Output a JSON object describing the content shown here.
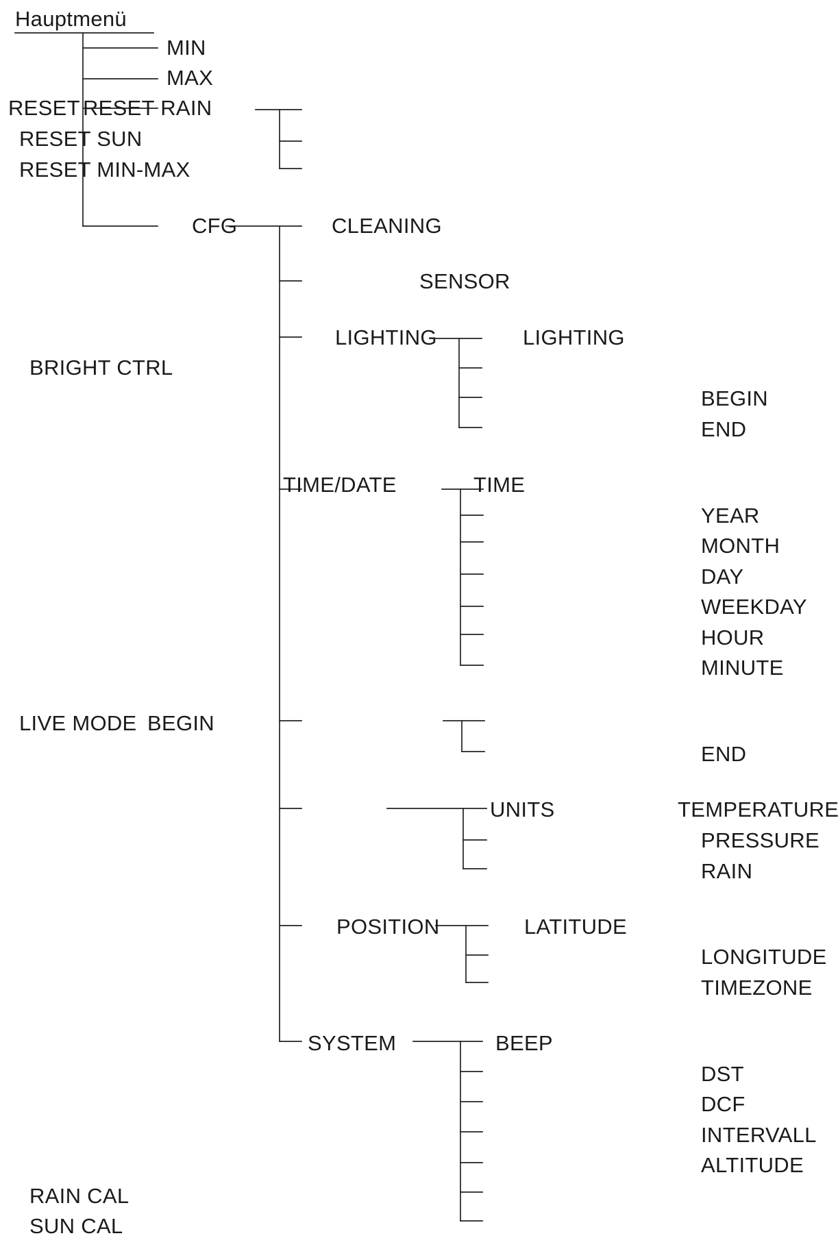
{
  "diagram": {
    "root": "Hauptmenü",
    "min": "MIN",
    "max": "MAX",
    "reset": {
      "label": "RESET",
      "rain": "RESET RAIN",
      "sun": "RESET SUN",
      "minmax": "RESET MIN-MAX"
    },
    "cfg": {
      "label": "CFG",
      "cleaning": "CLEANING",
      "sensor": "SENSOR",
      "lighting": {
        "label": "LIGHTING",
        "sub": "LIGHTING",
        "bright_ctrl": "BRIGHT CTRL",
        "begin": "BEGIN",
        "end": "END"
      },
      "time_date": {
        "label": "TIME/DATE",
        "time": "TIME",
        "year": "YEAR",
        "month": "MONTH",
        "day": "DAY",
        "weekday": "WEEKDAY",
        "hour": "HOUR",
        "minute": "MINUTE"
      },
      "live_mode": {
        "label": "LIVE MODE",
        "begin": "BEGIN",
        "end": "END"
      },
      "units": {
        "label": "UNITS",
        "temperature": "TEMPERATURE",
        "pressure": "PRESSURE",
        "rain": "RAIN"
      },
      "position": {
        "label": "POSITION",
        "latitude": "LATITUDE",
        "longitude": "LONGITUDE",
        "timezone": "TIMEZONE"
      },
      "system": {
        "label": "SYSTEM",
        "beep": "BEEP",
        "dst": "DST",
        "dcf": "DCF",
        "intervall": "INTERVALL",
        "altitude": "ALTITUDE",
        "rain_cal": "RAIN CAL",
        "sun_cal": "SUN CAL"
      }
    }
  }
}
